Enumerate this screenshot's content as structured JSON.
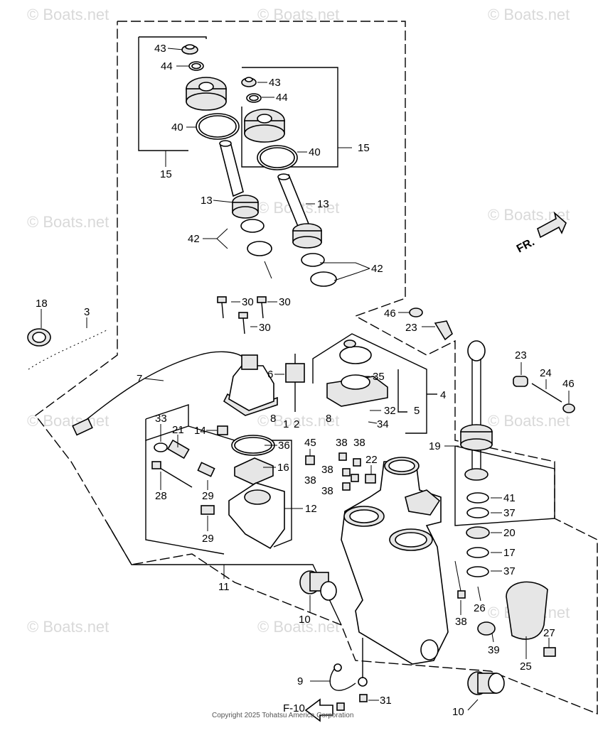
{
  "watermark": "© Boats.net",
  "copyright": "Copyright 2025 Tohatsu America Corporation",
  "direction_label": "FR.",
  "ref_label": "F-10",
  "callouts": [
    "43",
    "44",
    "43",
    "44",
    "40",
    "40",
    "15",
    "15",
    "13",
    "13",
    "42",
    "42",
    "18",
    "3",
    "30",
    "30",
    "30",
    "46",
    "23",
    "23",
    "24",
    "46",
    "7",
    "6",
    "35",
    "4",
    "32",
    "5",
    "34",
    "8",
    "8",
    "33",
    "21",
    "14",
    "36",
    "16",
    "28",
    "29",
    "29",
    "12",
    "45",
    "38",
    "38",
    "38",
    "38",
    "38",
    "22",
    "11",
    "10",
    "9",
    "31",
    "10",
    "19",
    "41",
    "37",
    "20",
    "17",
    "37",
    "26",
    "38",
    "39",
    "27",
    "25",
    "1",
    "2"
  ]
}
